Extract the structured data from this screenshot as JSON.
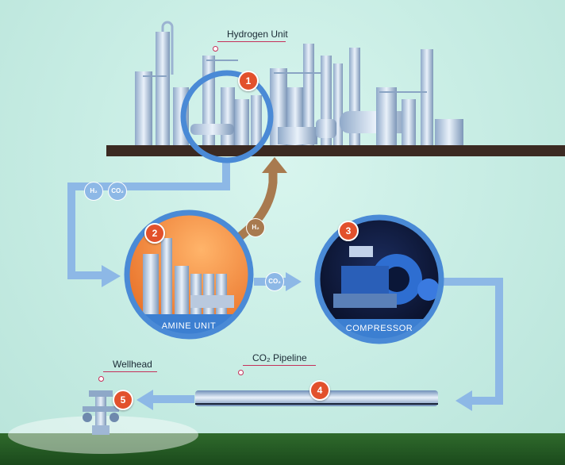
{
  "labels": {
    "hydrogen_unit": "Hydrogen Unit",
    "wellhead": "Wellhead",
    "co2_pipeline": "CO₂ Pipeline",
    "amine_unit": "AMINE UNIT",
    "compressor": "COMPRESSOR"
  },
  "steps": [
    "1",
    "2",
    "3",
    "4",
    "5"
  ],
  "gas_tags": {
    "h2_top": "H₂",
    "co2_top": "CO₂",
    "h2_up": "H₂",
    "co2_mid": "CO₂"
  },
  "colors": {
    "sky": "#c6ece3",
    "flow_arrow": "#8db8e6",
    "hydrogen_arrow": "#a87a4f",
    "amine_bg": "#f0853e",
    "compressor_bg": "#0a1230",
    "ring": "#4a8ad6",
    "badge": "#e2512c",
    "ground": "#3b2a22",
    "grass": "#245a25"
  }
}
